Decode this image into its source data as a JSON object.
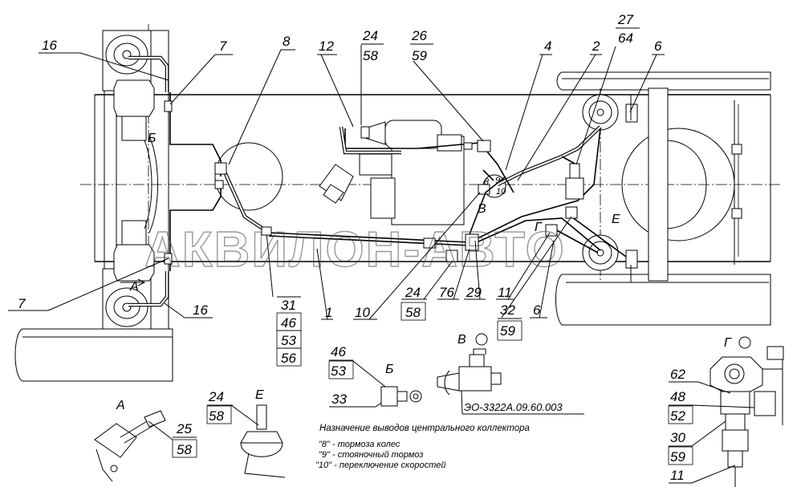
{
  "callouts": {
    "c16_top": "16",
    "c7_top": "7",
    "c8": "8",
    "c12": "12",
    "c24_top": "24",
    "c58_top": "58",
    "c26": "26",
    "c59_top": "59",
    "c4": "4",
    "c2": "2",
    "c27": "27",
    "c64": "64",
    "c6_top": "6",
    "c7_bottom": "7",
    "c16_bottom": "16",
    "c31": "31",
    "c46_left": "46",
    "c53_left": "53",
    "c56": "56",
    "c1": "1",
    "c10": "10",
    "c24_mid": "24",
    "c58_mid": "58",
    "c76": "76",
    "c29": "29",
    "c11_mid": "11",
    "c32": "32",
    "c59_mid": "59",
    "c6_bottom": "6",
    "c46_b": "46",
    "c53_b": "53",
    "c33": "33",
    "c25": "25",
    "c58_a": "58",
    "c24_e": "24",
    "c58_e": "58",
    "c62": "62",
    "c48": "48",
    "c52": "52",
    "c30": "30",
    "c59_g": "59",
    "c11_g": "11"
  },
  "view_labels": {
    "b_main": "Б",
    "a_main": "А",
    "v_main": "В",
    "g_main": "Г",
    "e_main": "Е",
    "view_a": "А",
    "view_b": "Б",
    "view_v": "В",
    "view_g": "Г",
    "view_e": "Е"
  },
  "drawing_code": "ЭО-3322А.09.60.003",
  "legend": {
    "title": "Назначение выводов центрального коллектора",
    "items": [
      "\"8\" - тормоза колес",
      "\"9\" - стояночный тормоз",
      "\"10\" - переключение скоростей"
    ]
  },
  "port_marks": [
    "8",
    "9",
    "10"
  ],
  "watermark": "АКВИЛОН-АВТО"
}
